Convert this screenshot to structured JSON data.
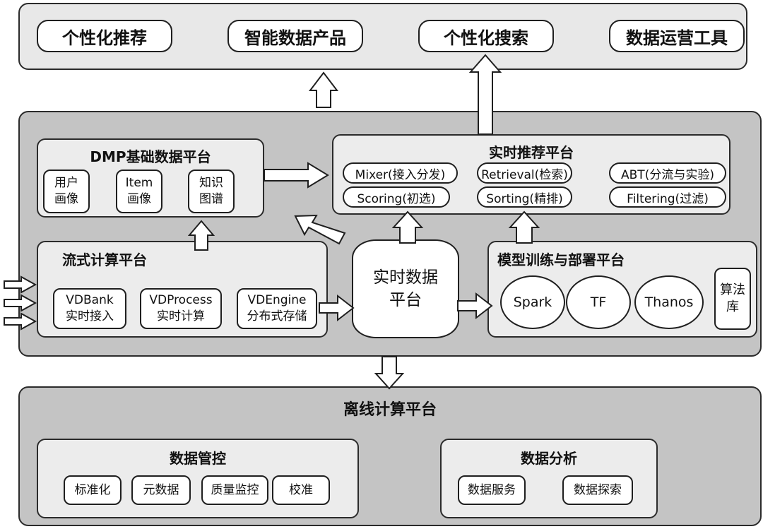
{
  "top": {
    "items": [
      "个性化推荐",
      "智能数据产品",
      "个性化搜索",
      "数据运营工具"
    ]
  },
  "dmp": {
    "title": "DMP基础数据平台",
    "items": [
      {
        "line1": "用户",
        "line2": "画像"
      },
      {
        "line1": "Item",
        "line2": "画像"
      },
      {
        "line1": "知识",
        "line2": "图谱"
      }
    ]
  },
  "rec": {
    "title": "实时推荐平台",
    "items": [
      "Mixer(接入分发)",
      "Retrieval(检索)",
      "ABT(分流与实验)",
      "Scoring(初选)",
      "Sorting(精排)",
      "Filtering(过滤)"
    ]
  },
  "stream": {
    "title": "流式计算平台",
    "items": [
      {
        "line1": "VDBank",
        "line2": "实时接入"
      },
      {
        "line1": "VDProcess",
        "line2": "实时计算"
      },
      {
        "line1": "VDEngine",
        "line2": "分布式存储"
      }
    ]
  },
  "realtime_data": {
    "line1": "实时数据",
    "line2": "平台"
  },
  "model": {
    "title": "模型训练与部署平台",
    "items": [
      "Spark",
      "TF",
      "Thanos"
    ],
    "algo": {
      "line1": "算法",
      "line2": "库"
    }
  },
  "offline": {
    "title": "离线计算平台",
    "governance": {
      "title": "数据管控",
      "items": [
        "标准化",
        "元数据",
        "质量监控",
        "校准"
      ]
    },
    "analysis": {
      "title": "数据分析",
      "items": [
        "数据服务",
        "数据探索"
      ]
    }
  }
}
